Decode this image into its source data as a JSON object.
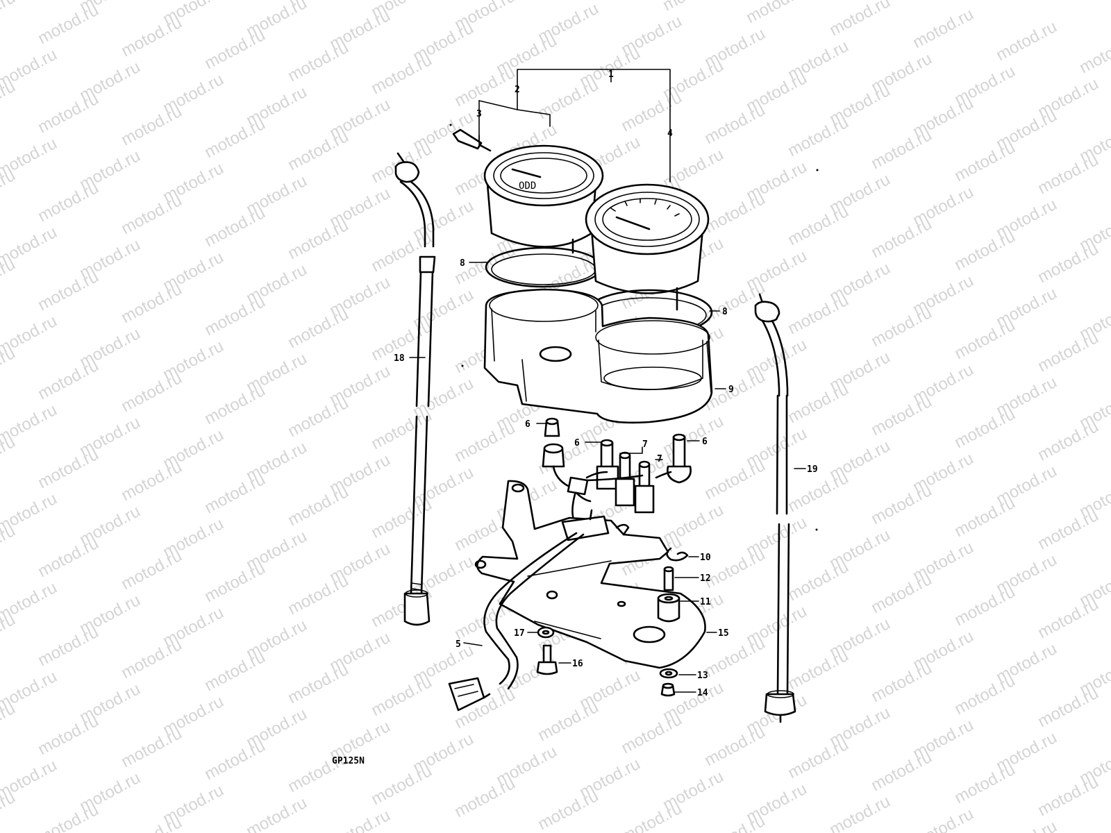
{
  "watermark": "motod.ru",
  "model_code": "GP125N",
  "labels": {
    "p1": "1",
    "p2": "2",
    "p3": "3",
    "p4": "4",
    "p5": "5",
    "p6a": "6",
    "p6b": "6",
    "p6c": "6",
    "p7a": "7",
    "p7b": "7",
    "p8a": "8",
    "p8b": "8",
    "p9": "9",
    "p10": "10",
    "p11": "11",
    "p12": "12",
    "p13": "13",
    "p14": "14",
    "p15": "15",
    "p16": "16",
    "p17": "17",
    "p18": "18",
    "p19": "19"
  },
  "colors": {
    "ink": "#000000",
    "watermark": "#d4d4d4",
    "paper": "#ffffff"
  }
}
